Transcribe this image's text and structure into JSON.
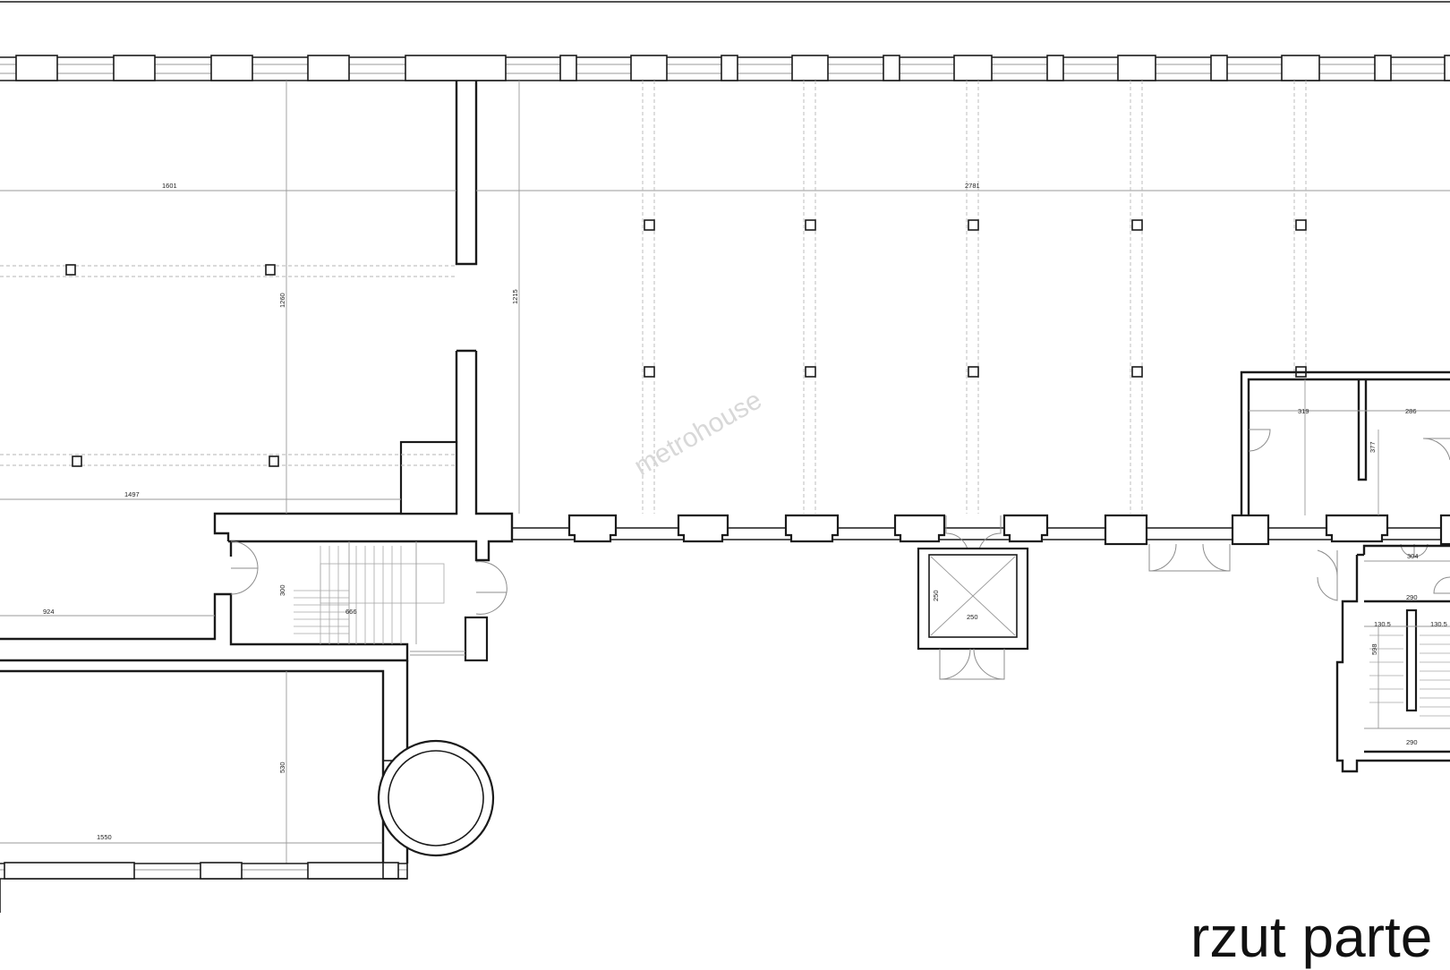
{
  "drawing": {
    "title": "rzut parte",
    "watermark": "metrohouse"
  },
  "dimensions": {
    "d1601": "1601",
    "d2781": "2781",
    "d1260": "1260",
    "d1215": "1215",
    "d1497": "1497",
    "d300": "300",
    "d666": "666",
    "d924": "924",
    "d530": "530",
    "d1550": "1550",
    "d250_v": "250",
    "d250_h": "250",
    "d319": "319",
    "d286": "286",
    "d377": "377",
    "d304": "304",
    "d290_top": "290",
    "d130_5_left": "130.5",
    "d130_5_right": "130.5",
    "d598": "598",
    "d290_bottom": "290"
  }
}
